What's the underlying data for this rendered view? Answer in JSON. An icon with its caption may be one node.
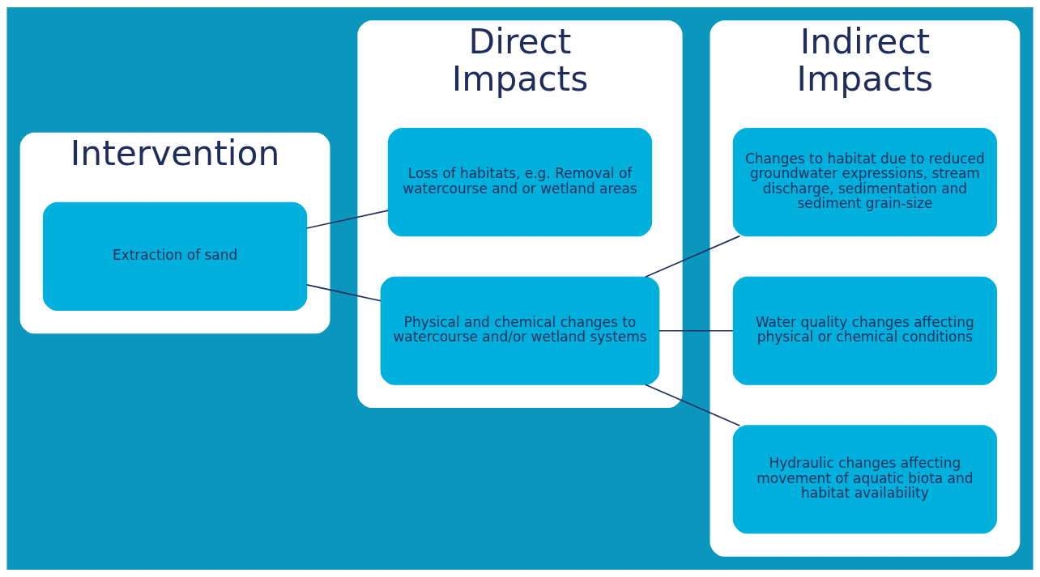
{
  "diagram": {
    "nodes": [
      {
        "text": [
          "Intervention"
        ]
      },
      {
        "text": [
          "Extraction of sand"
        ],
        "in": 0
      },
      {
        "text": [
          "Direct Impacts"
        ]
      },
      {
        "text": [
          "Loss of habitats, e.g. Removal of watercourse and or wetland areas"
        ],
        "in": 2
      },
      {
        "text": [
          "Physical and chemical changes to watercourse and/or wetland systems"
        ],
        "in": 2
      },
      {
        "text": [
          "Indirect Impacts"
        ]
      },
      {
        "text": [
          "Changes to habitat due to reduced groundwater expressions, stream discharge, sedimentation and sediment grain-size"
        ],
        "in": 5
      },
      {
        "text": [
          "Water quality changes affecting physical or chemical conditions"
        ],
        "in": 5
      },
      {
        "text": [
          "Hydraulic changes affecting movement of aquatic biota and habitat availability"
        ],
        "in": 5
      }
    ],
    "edges": [
      {
        "from": 1,
        "to": 3,
        "arrow": "none"
      },
      {
        "from": 1,
        "to": 4,
        "arrow": "none"
      },
      {
        "from": 4,
        "to": 6,
        "arrow": "none"
      },
      {
        "from": 4,
        "to": 7,
        "arrow": "none"
      },
      {
        "from": 4,
        "to": 8,
        "arrow": "none"
      }
    ]
  }
}
